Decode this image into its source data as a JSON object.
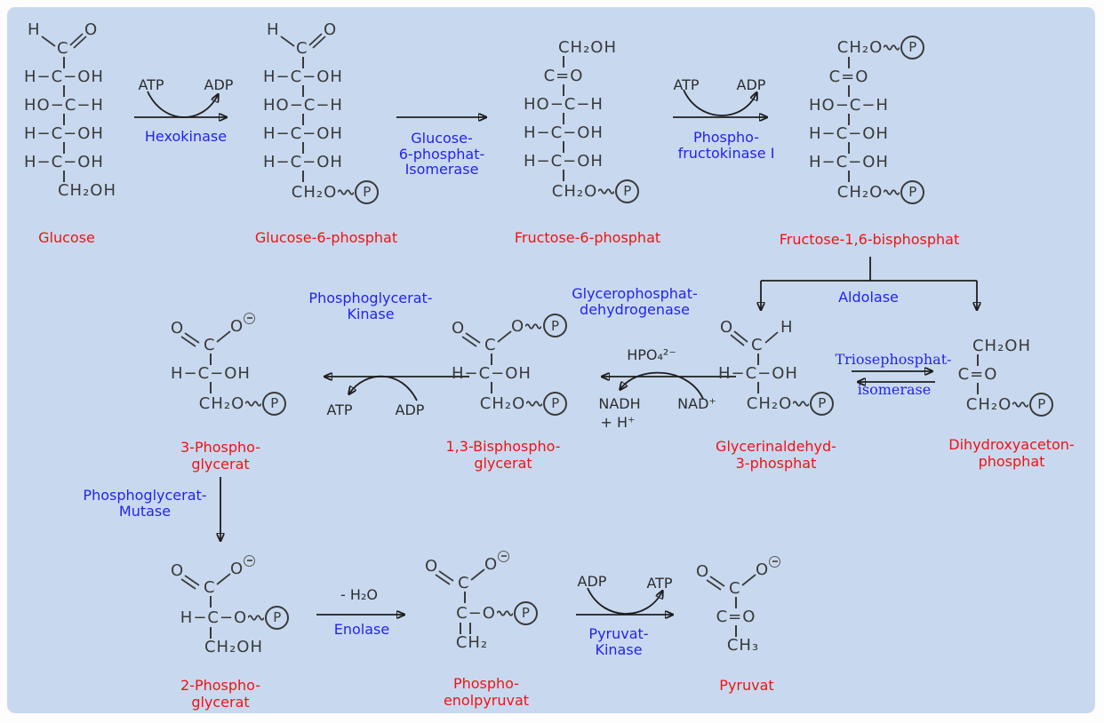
{
  "colors": {
    "panel_bg": "#c8d9ef",
    "enzyme_blue": "#2323f0",
    "metabolite_red": "#f21212",
    "structure_gray": "#3a3a3a"
  },
  "molecules": {
    "glucose": {
      "label": "Glucose",
      "head": {
        "left": "H",
        "center": "C",
        "right": "O"
      },
      "rows": [
        "H−C−OH",
        "HO−C−H",
        "H−C−OH",
        "H−C−OH"
      ],
      "tail": "CH₂OH"
    },
    "glucose6p": {
      "label": "Glucose-6-phosphat",
      "head": {
        "left": "H",
        "center": "C",
        "right": "O"
      },
      "rows": [
        "H−C−OH",
        "HO−C−H",
        "H−C−OH",
        "H−C−OH"
      ],
      "tail": "CH₂O",
      "p": "P"
    },
    "fructose6p": {
      "label": "Fructose-6-phosphat",
      "top": "CH₂OH",
      "rows": [
        "C=O",
        "HO−C−H",
        "H−C−OH",
        "H−C−OH"
      ],
      "tail": "CH₂O",
      "p": "P"
    },
    "fructose16bp": {
      "label": "Fructose-1,6-bisphosphat",
      "top": "CH₂O",
      "top_p": "P",
      "rows": [
        "C=O",
        "HO−C−H",
        "H−C−OH",
        "H−C−OH"
      ],
      "tail": "CH₂O",
      "p": "P"
    },
    "glycerinaldehyd3p": {
      "label_lines": [
        "Glycerinaldehyd-",
        "3-phosphat"
      ],
      "head": {
        "left": "O",
        "center": "C",
        "right": "H"
      },
      "rows": [
        "H−C−OH"
      ],
      "tail": "CH₂O",
      "p": "P"
    },
    "dihydroxyacetonp": {
      "label_lines": [
        "Dihydroxyaceton-",
        "phosphat"
      ],
      "top": "CH₂OH",
      "rows": [
        "C=O"
      ],
      "tail": "CH₂O",
      "p": "P"
    },
    "bisphosphoglycerat13": {
      "label_lines": [
        "1,3-Bisphospho-",
        "glycerat"
      ],
      "head": {
        "left": "O",
        "center": "C",
        "right": "O"
      },
      "head_p": "P",
      "rows": [
        "H−C−OH"
      ],
      "tail": "CH₂O",
      "p": "P"
    },
    "phosphoglycerat3": {
      "label_lines": [
        "3-Phospho-",
        "glycerat"
      ],
      "head": {
        "left": "O",
        "center": "C",
        "right": "O"
      },
      "rows": [
        "H−C−OH"
      ],
      "tail": "CH₂O",
      "p": "P"
    },
    "phosphoglycerat2": {
      "label_lines": [
        "2-Phospho-",
        "glycerat"
      ],
      "head": {
        "left": "O",
        "center": "C",
        "right": "O"
      },
      "mid": "H−C−O",
      "mid_p": "P",
      "tail": "CH₂OH"
    },
    "phosphoenolpyruvat": {
      "label_lines": [
        "Phospho-",
        "enolpyruvat"
      ],
      "head": {
        "left": "O",
        "center": "C",
        "right": "O"
      },
      "mid": "C−O",
      "mid_p": "P",
      "tail": "CH₂"
    },
    "pyruvat": {
      "label": "Pyruvat",
      "head": {
        "left": "O",
        "center": "C",
        "right": "O"
      },
      "rows": [
        "C=O"
      ],
      "tail": "CH₃"
    }
  },
  "reactions": {
    "hexokinase": {
      "enzyme": "Hexokinase",
      "cofactor_in": "ATP",
      "cofactor_out": "ADP"
    },
    "g6p_isomerase": {
      "enzyme_lines": [
        "Glucose-",
        "6-phosphat-",
        "Isomerase"
      ]
    },
    "phosphofructokinase": {
      "enzyme_lines": [
        "Phospho-",
        "fructokinase I"
      ],
      "cofactor_in": "ATP",
      "cofactor_out": "ADP"
    },
    "aldolase": {
      "enzyme": "Aldolase"
    },
    "triosephosphat_isomerase": {
      "enzyme_lines": [
        "Triosephosphat-",
        "isomerase"
      ]
    },
    "glycerophosphat_dehydrogenase": {
      "enzyme_lines": [
        "Glycerophosphat-",
        "dehydrogenase"
      ],
      "phosphate": "HPO₄²⁻",
      "nadh": "NADH",
      "h_plus": "+ H⁺",
      "nad": "NAD⁺"
    },
    "phosphoglycerat_kinase": {
      "enzyme_lines": [
        "Phosphoglycerat-",
        "Kinase"
      ],
      "atp": "ATP",
      "adp": "ADP"
    },
    "phosphoglycerat_mutase": {
      "enzyme_lines": [
        "Phosphoglycerat-",
        "Mutase"
      ]
    },
    "enolase": {
      "enzyme": "Enolase",
      "water": "- H₂O"
    },
    "pyruvat_kinase": {
      "enzyme_lines": [
        "Pyruvat-",
        "Kinase"
      ],
      "adp": "ADP",
      "atp": "ATP"
    }
  }
}
